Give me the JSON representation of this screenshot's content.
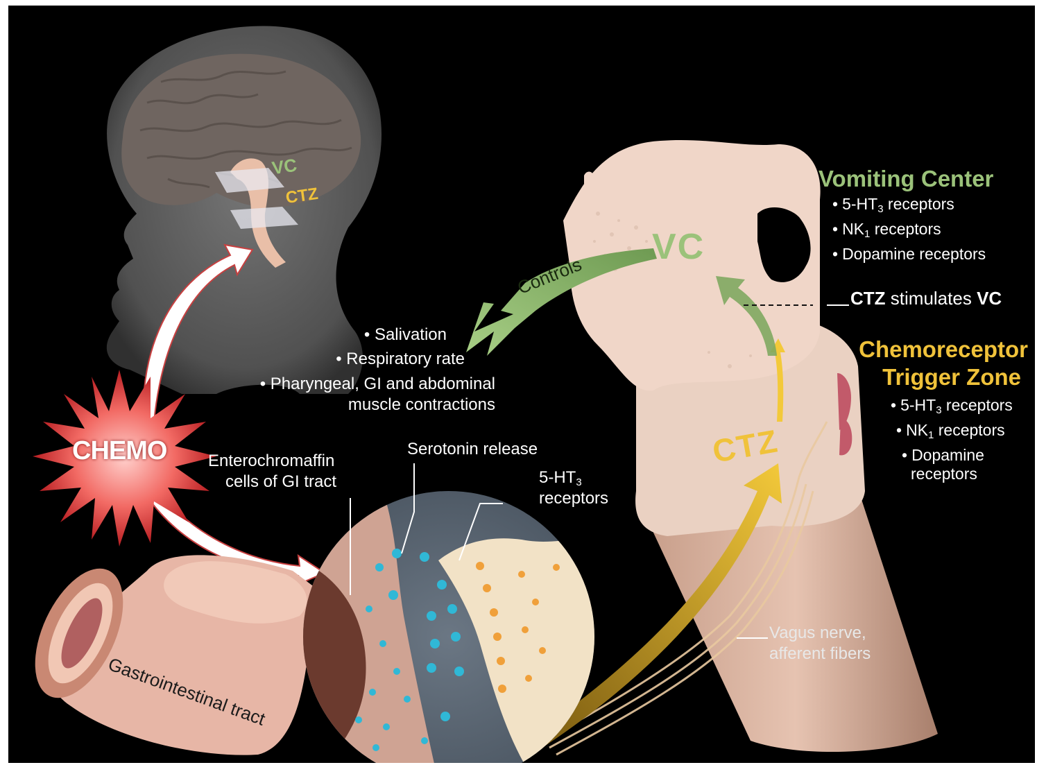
{
  "colors": {
    "background": "#000000",
    "vc_green": "#9bc27a",
    "ctz_gold": "#f0c23a",
    "chemo_red": "#e84d4d",
    "receptor_cyan": "#30b8d6",
    "tissue_pink": "#e8c4b4"
  },
  "head": {
    "vc_tag": "VC",
    "ctz_tag": "CTZ"
  },
  "chemo": {
    "label": "CHEMO"
  },
  "brainstem": {
    "vc_mark": "VC",
    "ctz_mark": "CTZ"
  },
  "controls_arrow": {
    "label": "Controls"
  },
  "effects": [
    "Salivation",
    "Respiratory rate",
    "Pharyngeal, GI and abdominal"
  ],
  "effects_continuation": "muscle contractions",
  "vomiting_center": {
    "title": "Vomiting Center",
    "receptors": [
      "5-HT",
      "NK",
      "Dopamine receptors"
    ],
    "subscripts": [
      "3",
      "1"
    ],
    "receptor_suffix": "receptors"
  },
  "ctz_stimulates": {
    "ctz": "CTZ",
    "text": "stimulates",
    "vc": "VC"
  },
  "ctz_zone": {
    "title_line1": "Chemoreceptor",
    "title_line2": "Trigger Zone",
    "receptors": [
      "5-HT",
      "NK",
      "Dopamine"
    ],
    "subscripts": [
      "3",
      "1"
    ],
    "receptor_suffix": "receptors",
    "dopamine_line2": "receptors"
  },
  "enterochromaffin": {
    "line1": "Enterochromaffin",
    "line2": "cells of GI tract"
  },
  "serotonin": {
    "label": "Serotonin release"
  },
  "ht3_label": {
    "prefix": "5-HT",
    "sub": "3",
    "line2": "receptors"
  },
  "vagus": {
    "line1": "Vagus nerve,",
    "line2": "afferent fibers"
  },
  "gi_tract": {
    "label": "Gastrointestinal tract"
  }
}
